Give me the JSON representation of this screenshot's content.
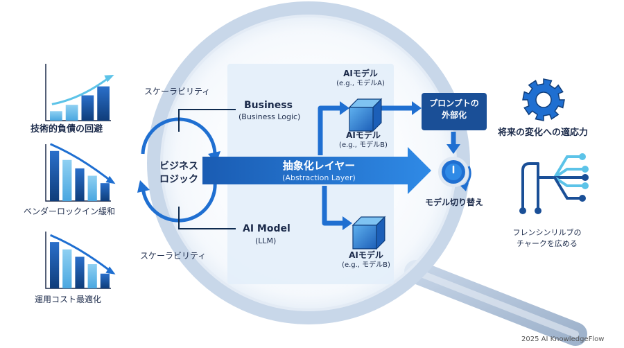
{
  "left_charts": [
    {
      "label": "技術的負債の回避",
      "trend": "up",
      "bars": [
        0.18,
        0.3,
        0.48,
        0.65
      ]
    },
    {
      "label": "ベンダーロックイン緩和",
      "trend": "down",
      "bars": [
        0.95,
        0.78,
        0.62,
        0.48,
        0.34
      ]
    },
    {
      "label": "運用コスト最適化",
      "trend": "down",
      "bars": [
        0.88,
        0.74,
        0.6,
        0.46,
        0.28
      ]
    }
  ],
  "cycle": {
    "label_line1": "ビジネス",
    "label_line2": "ロジック",
    "scalability_top": "スケーラビリティ",
    "scalability_bottom": "スケーラビリティ"
  },
  "business": {
    "title": "Business",
    "subtitle": "(Business Logic)"
  },
  "ai_model": {
    "title": "AI Model",
    "subtitle": "(LLM)"
  },
  "abstraction": {
    "title": "抽象化レイヤー",
    "subtitle": "(Abstraction Layer)"
  },
  "models": [
    {
      "title": "AIモデル",
      "subtitle": "(e.g., モデルA)"
    },
    {
      "title": "AIモデル",
      "subtitle": "(e.g., モデルB)"
    },
    {
      "title": "AIモデル",
      "subtitle": "(e.g., モデルB)"
    }
  ],
  "prompt_box": {
    "line1": "プロンプトの",
    "line2": "外部化"
  },
  "model_switch": "モデル切り替え",
  "adaptability": "将来の変化への適応力",
  "branch_text_line1": "フレンシンリルブの",
  "branch_text_line2": "チャークを広める",
  "footer": "2025 AI KnowledgeFlow",
  "colors": {
    "navy": "#0f3d7a",
    "blue": "#1f6fd1",
    "light_blue": "#6fb3ea",
    "panel": "#e6f0fa",
    "ring": "#c9d8ea",
    "cyan": "#5cc3e8"
  }
}
